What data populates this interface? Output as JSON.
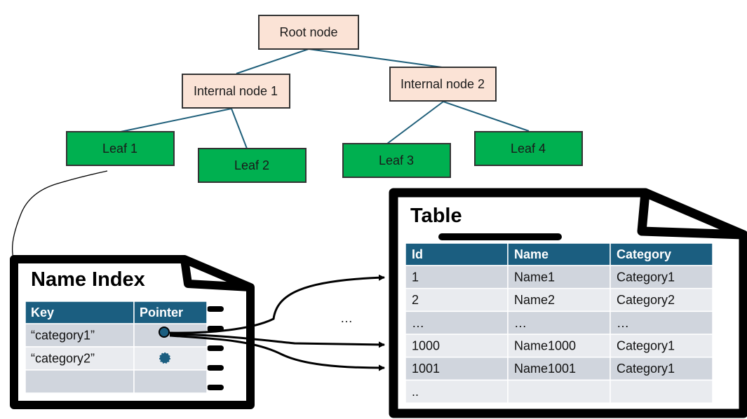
{
  "colors": {
    "internal_fill": "#fbe3d6",
    "leaf_fill": "#00b050",
    "tree_line": "#1f5f7a",
    "header_fill": "#1b5e80",
    "row_dark": "#d0d5dd",
    "row_light": "#e9ebef"
  },
  "tree": {
    "root": "Root node",
    "internal_1": "Internal node 1",
    "internal_2": "Internal node 2",
    "leaf_1": "Leaf 1",
    "leaf_2": "Leaf 2",
    "leaf_3": "Leaf 3",
    "leaf_4": "Leaf 4"
  },
  "name_index": {
    "title": "Name Index",
    "headers": [
      "Key",
      "Pointer"
    ],
    "rows": [
      [
        "“category1”",
        ""
      ],
      [
        "“category2”",
        ""
      ],
      [
        "",
        ""
      ]
    ]
  },
  "ellipsis": "…",
  "table": {
    "title": "Table",
    "headers": [
      "Id",
      "Name",
      "Category"
    ],
    "rows": [
      [
        "1",
        "Name1",
        "Category1"
      ],
      [
        "2",
        "Name2",
        "Category2"
      ],
      [
        "…",
        "…",
        "…"
      ],
      [
        "1000",
        "Name1000",
        "Category1"
      ],
      [
        "1001",
        "Name1001",
        "Category1"
      ],
      [
        "..",
        "",
        ""
      ]
    ]
  }
}
